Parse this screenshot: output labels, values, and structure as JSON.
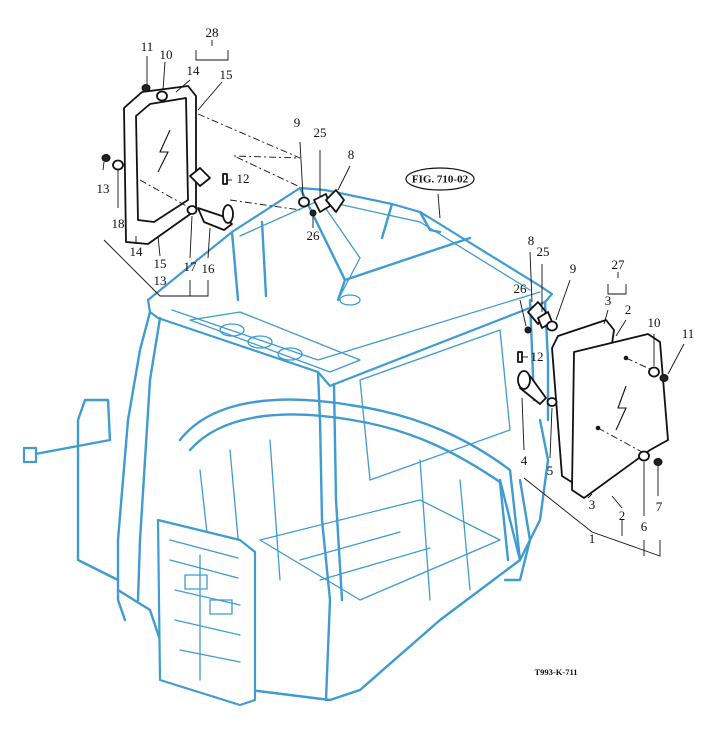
{
  "diagram": {
    "figure_reference": "FIG. 710-02",
    "drawing_number": "T993-K-711",
    "colors": {
      "cab_outline": "#3f9bd0",
      "parts": "#111111",
      "background": "#ffffff"
    },
    "callouts": {
      "l28": "28",
      "l11": "11",
      "l10": "10",
      "l14a": "14",
      "l15a": "15",
      "l13a": "13",
      "l18": "18",
      "l14b": "14",
      "l15b": "15",
      "l17": "17",
      "l16": "16",
      "l13b": "13",
      "l12a": "12",
      "l9a": "9",
      "l25a": "25",
      "l8a": "8",
      "l26a": "26",
      "l8b": "8",
      "l25b": "25",
      "l9b": "9",
      "l26b": "26",
      "l12b": "12",
      "l27": "27",
      "l3a": "3",
      "l2a": "2",
      "l10b": "10",
      "l11b": "11",
      "l4": "4",
      "l5": "5",
      "l3b": "3",
      "l2b": "2",
      "l6": "6",
      "l7": "7",
      "l1": "1"
    }
  }
}
